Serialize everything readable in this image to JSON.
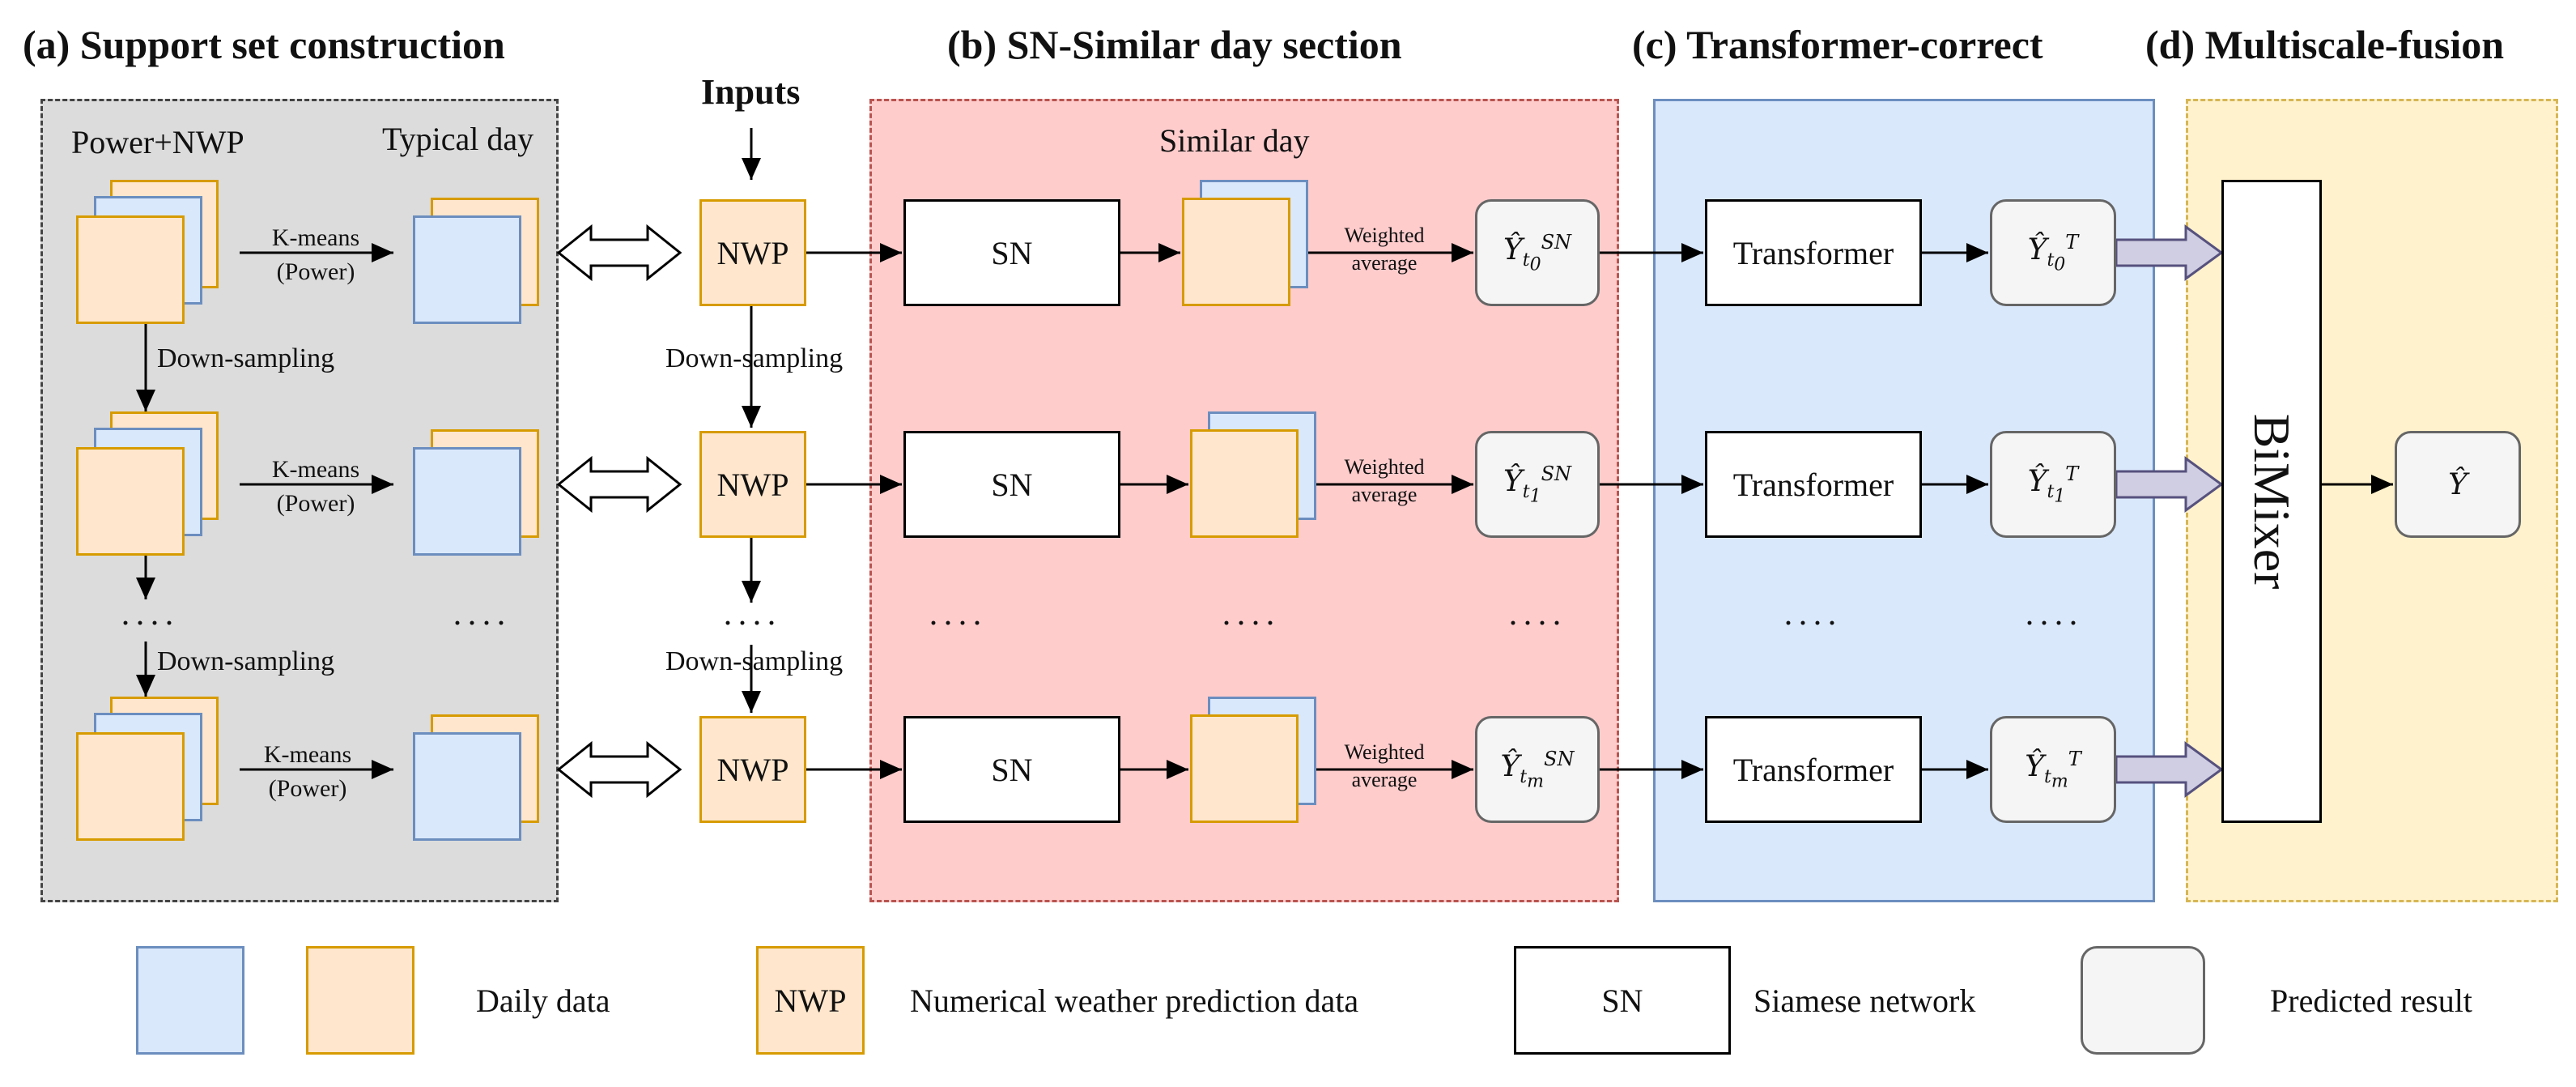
{
  "titles": {
    "a": "(a) Support set construction",
    "b": "(b) SN-Similar day section",
    "c": "(c) Transformer-correct",
    "d": "(d) Multiscale-fusion"
  },
  "panel_a": {
    "power_nwp": "Power+NWP",
    "typical_day": "Typical day",
    "kmeans": "K-means",
    "kmeans_sub": "(Power)",
    "downsampling": "Down-sampling",
    "dots": "····"
  },
  "inputs": {
    "label": "Inputs",
    "nwp": "NWP",
    "downsampling": "Down-sampling",
    "dots": "····"
  },
  "panel_b": {
    "similar_day": "Similar day",
    "sn": "SN",
    "weighted": "Weighted",
    "average": "average",
    "dots": "····"
  },
  "panel_c": {
    "transformer": "Transformer",
    "dots": "····"
  },
  "panel_d": {
    "bimixer": "BiMixer"
  },
  "symbols": {
    "y_hat": "Ŷ",
    "sn_sup": "SN",
    "t_sup": "T",
    "t": "t",
    "sub0": "0",
    "sub1": "1",
    "subm": "m"
  },
  "legend": {
    "daily_data": "Daily data",
    "nwp_box": "NWP",
    "nwp_desc": "Numerical weather prediction data",
    "sn_box": "SN",
    "sn_desc": "Siamese network",
    "predicted": "Predicted result"
  },
  "colors": {
    "panel_a_bg": "#dcdcdc",
    "panel_b_bg": "#ffcccc",
    "panel_c_bg": "#dae8fc",
    "panel_d_bg": "#fff2cc",
    "blue_fill": "#dae8fc",
    "orange_fill": "#ffe6cc",
    "arrow_fill": "#d0cee2"
  }
}
